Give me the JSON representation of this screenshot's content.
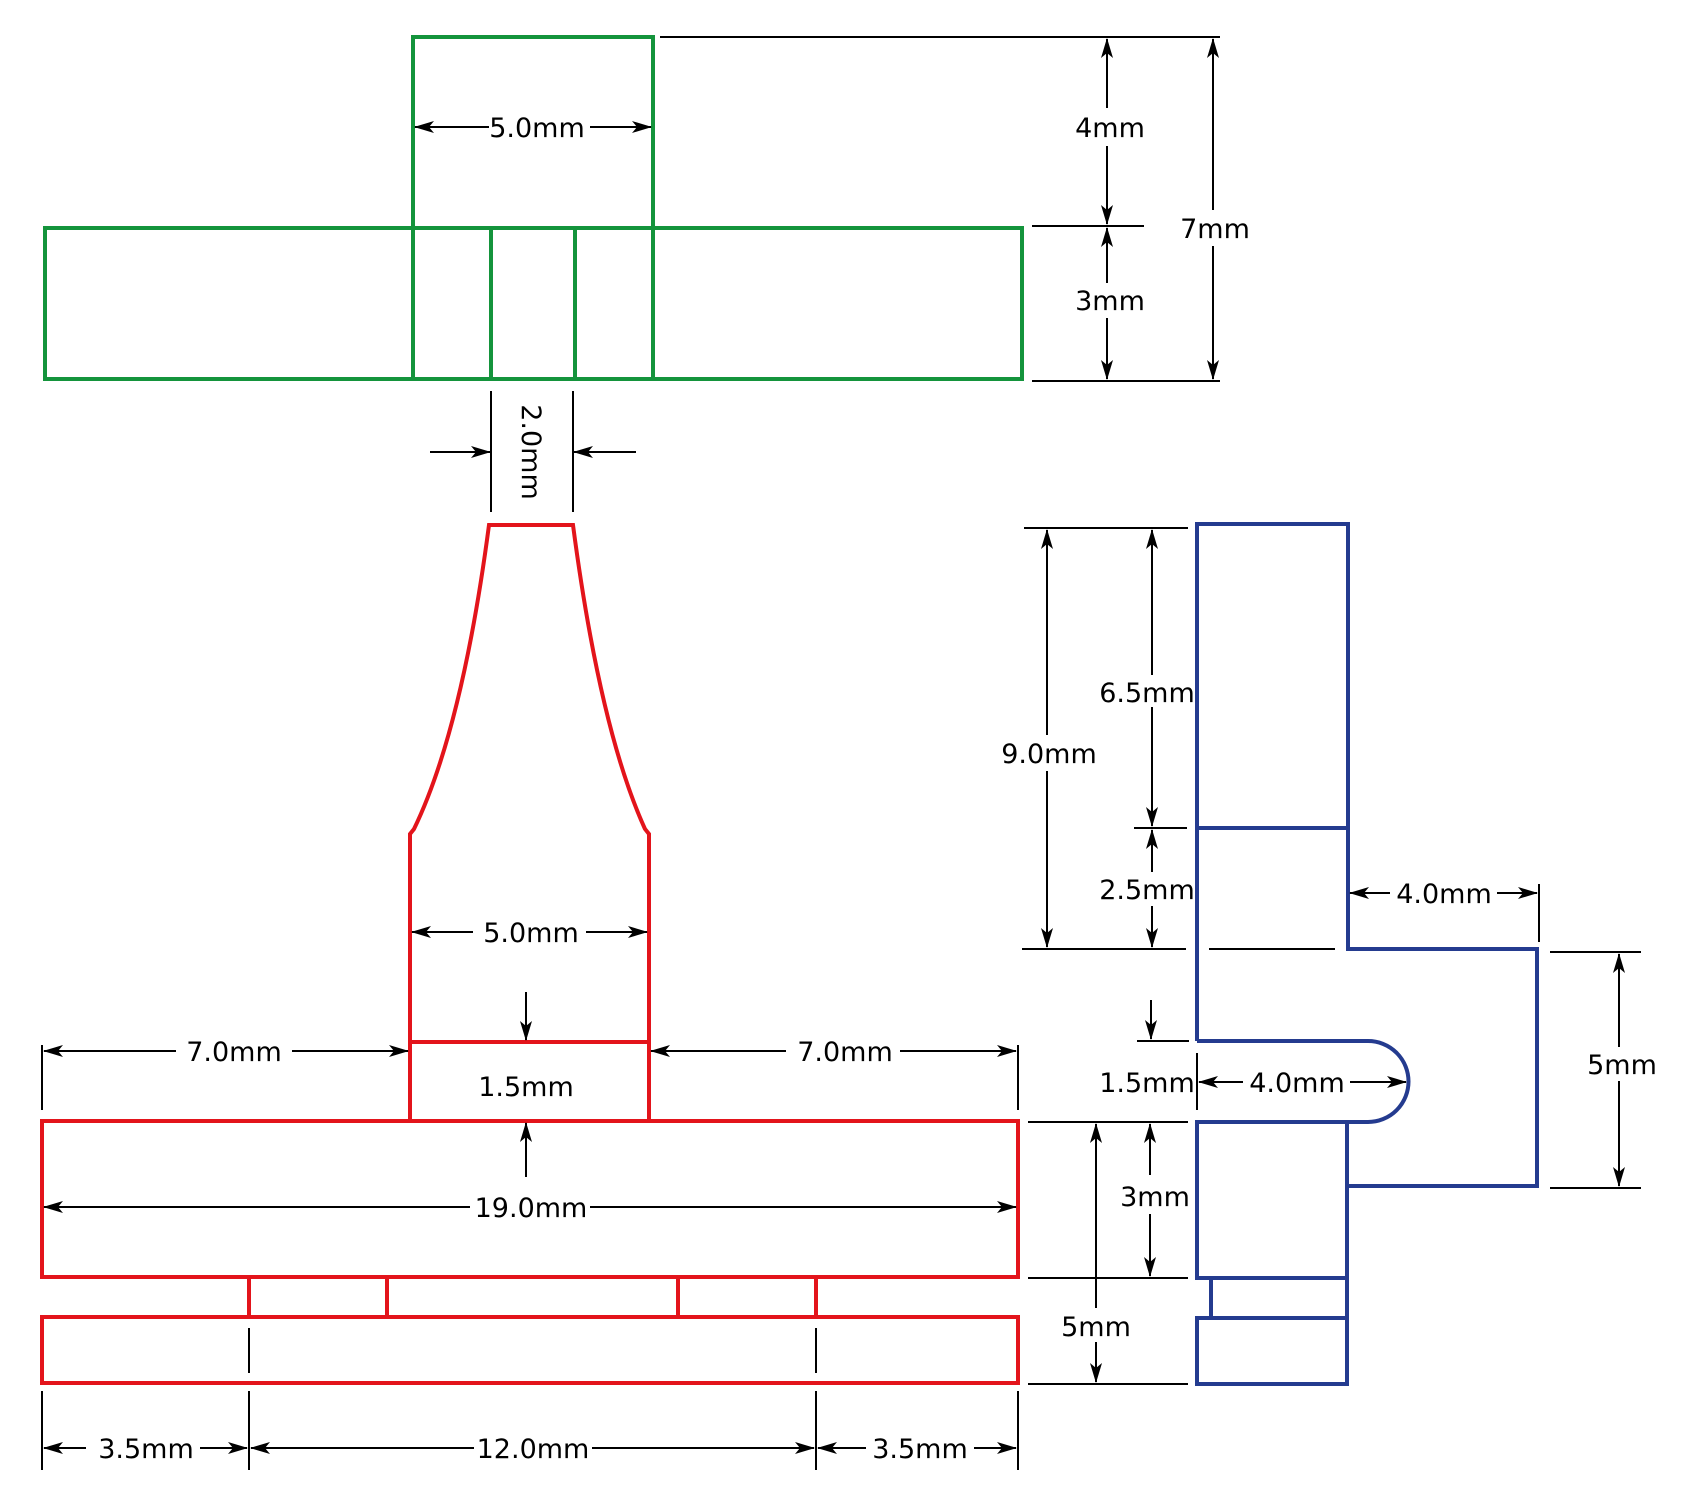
{
  "diagram": {
    "title": "",
    "colors": {
      "top_view": "#14943c",
      "front_view": "#e3141b",
      "side_view": "#243b8f",
      "dimension": "#000000"
    },
    "top_view": {
      "labels": {
        "tab_width": "5.0mm",
        "tab_height": "4mm",
        "base_height": "3mm",
        "total_height": "7mm",
        "slot_width": "2.0mm"
      }
    },
    "front_view": {
      "labels": {
        "neck_width": "5.0mm",
        "left_offset": "7.0mm",
        "right_offset": "7.0mm",
        "collar_height": "1.5mm",
        "base_width": "19.0mm",
        "left_margin": "3.5mm",
        "center_span": "12.0mm",
        "right_margin": "3.5mm"
      }
    },
    "side_view": {
      "labels": {
        "total_height": "9.0mm",
        "upper_height": "6.5mm",
        "lower_height": "2.5mm",
        "arm_length": "4.0mm",
        "arm_height": "5mm",
        "slot_height": "1.5mm",
        "slot_depth": "4.0mm",
        "base_height": "3mm",
        "foot_height": "5mm"
      }
    }
  }
}
